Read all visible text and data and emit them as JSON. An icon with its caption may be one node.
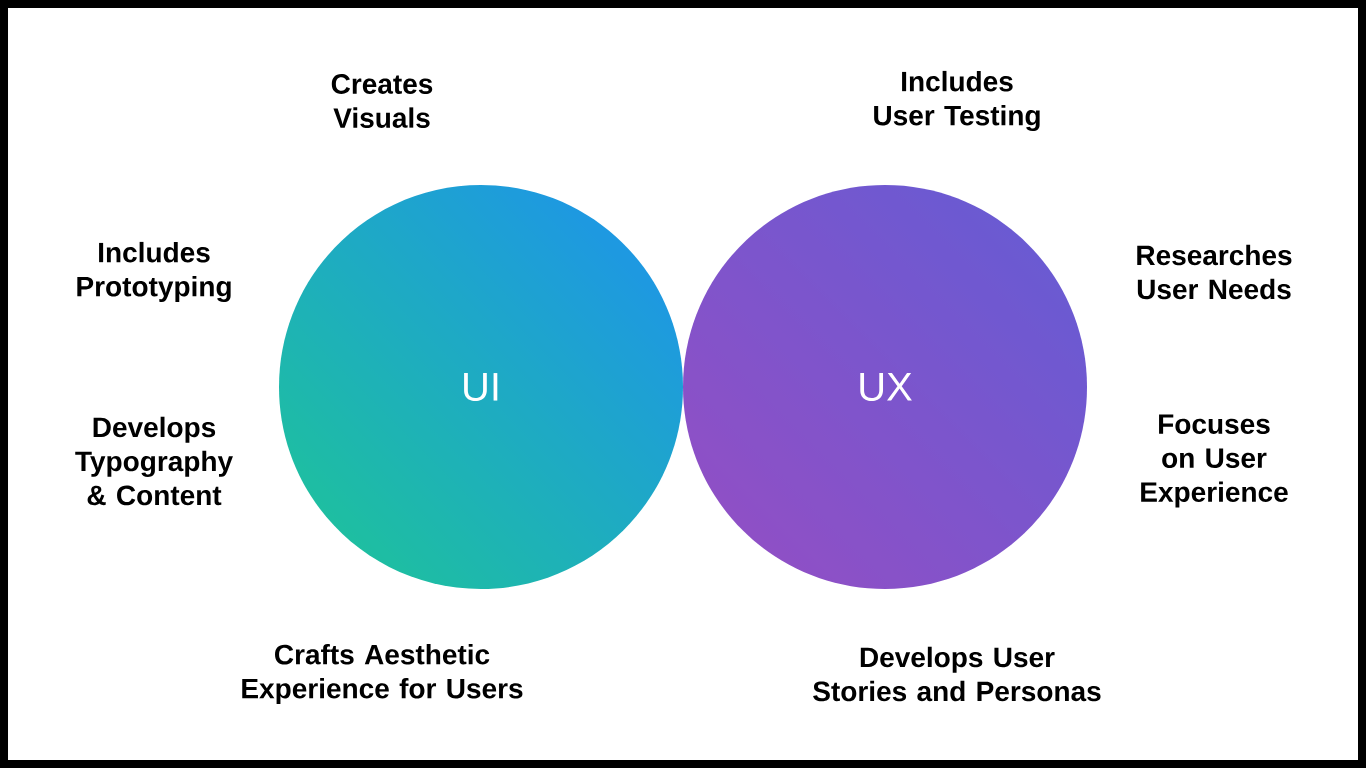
{
  "diagram": {
    "nodes": [
      {
        "text": [
          "UI"
        ]
      },
      {
        "text": [
          "UX"
        ]
      }
    ],
    "labels": [
      "Creates Visuals",
      "Includes User Testing",
      "Includes Prototyping",
      "Researches User Needs",
      "Develops Typography & Content",
      "Focuses on User Experience",
      "Crafts Aesthetic Experience for Users",
      "Develops User Stories and Personas"
    ]
  }
}
